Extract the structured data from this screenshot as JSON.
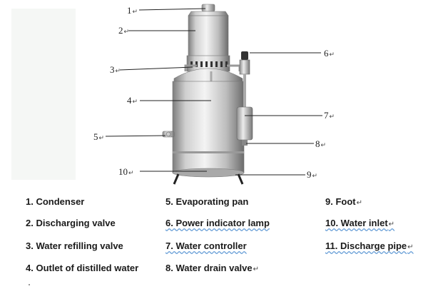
{
  "colors": {
    "accent_underline": "#6aa0d8",
    "steel_light": "#e6e6e6",
    "steel_dark": "#8a8a8a",
    "leg": "#222222"
  },
  "callouts": [
    {
      "id": "1",
      "label": "1",
      "mark": "↵"
    },
    {
      "id": "2",
      "label": "2",
      "mark": "↵"
    },
    {
      "id": "3",
      "label": "3",
      "mark": "↵"
    },
    {
      "id": "4",
      "label": "4",
      "mark": "↵"
    },
    {
      "id": "5",
      "label": "5",
      "mark": "↵"
    },
    {
      "id": "6",
      "label": "6",
      "mark": "↵"
    },
    {
      "id": "7",
      "label": "7",
      "mark": "↵"
    },
    {
      "id": "8",
      "label": "8",
      "mark": "↵"
    },
    {
      "id": "9",
      "label": "9",
      "mark": "↵"
    },
    {
      "id": "10",
      "label": "10",
      "mark": "↵"
    }
  ],
  "legend": [
    {
      "text": "1. Condenser",
      "mark": ""
    },
    {
      "text": "2. Discharging valve",
      "mark": ""
    },
    {
      "text": "3. Water refilling valve",
      "mark": ""
    },
    {
      "text": "4. Outlet of distilled water",
      "mark": ""
    },
    {
      "text": "5. Evaporating pan",
      "mark": ""
    },
    {
      "text": "6. Power indicator lamp",
      "mark": ""
    },
    {
      "text": "7. Water controller",
      "mark": ""
    },
    {
      "text": "8. Water drain valve",
      "mark": "↵"
    },
    {
      "text": "9. Foot",
      "mark": "↵"
    },
    {
      "text": "10. Water inlet",
      "mark": "↵"
    },
    {
      "text": "11. Discharge pipe",
      "mark": "↵"
    }
  ]
}
